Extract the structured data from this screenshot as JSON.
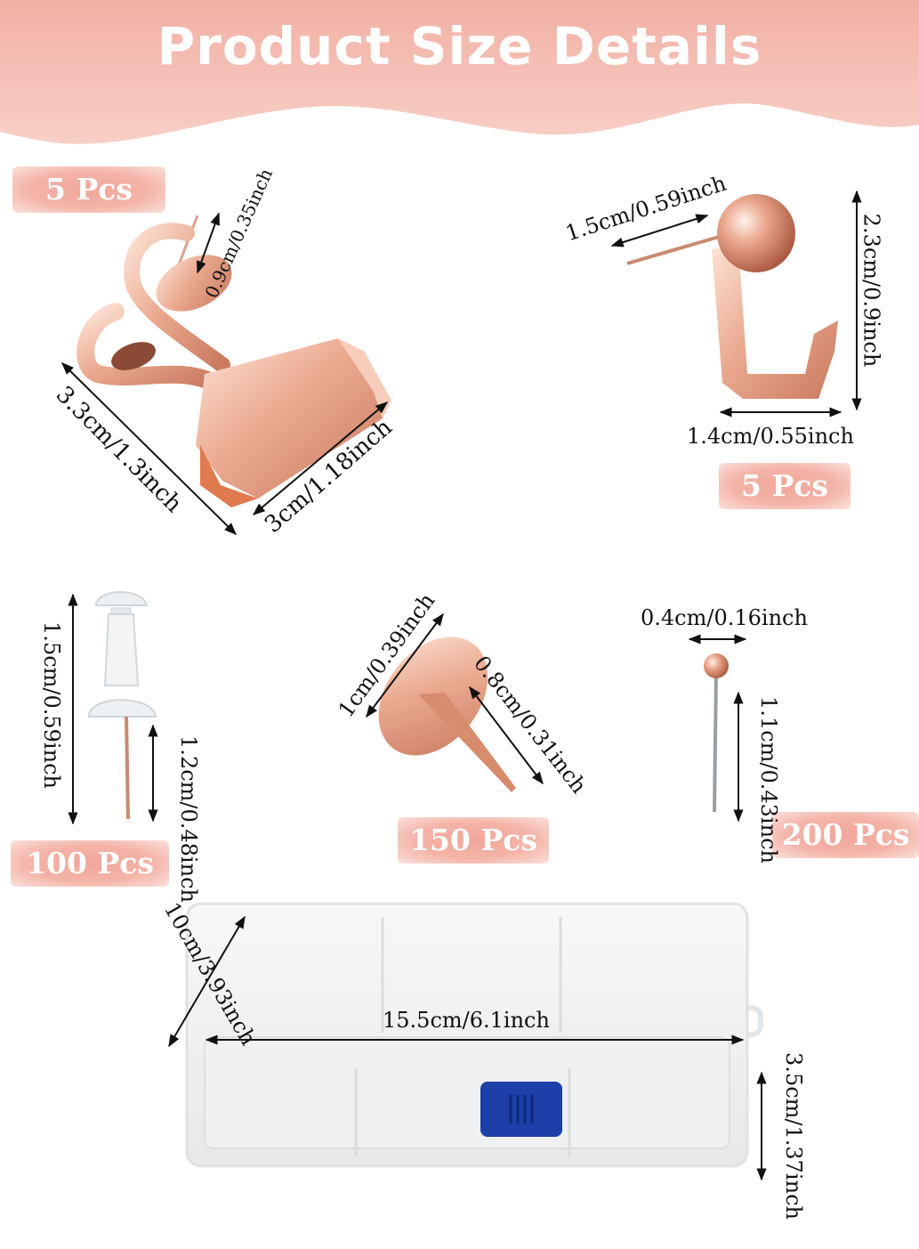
{
  "banner": {
    "title": "Product Size Details",
    "color": "#f3b9ad"
  },
  "items": {
    "binder_clip": {
      "quantity": "5 Pcs",
      "dims": [
        "0.9cm/0.35inch",
        "3.3cm/1.3inch",
        "3cm/1.18inch"
      ]
    },
    "hook_pin": {
      "quantity": "5 Pcs",
      "dims": [
        "1.5cm/0.59inch",
        "2.3cm/0.9inch",
        "1.4cm/0.55inch"
      ]
    },
    "clear_push_pin": {
      "quantity": "100 Pcs",
      "dims": [
        "1.5cm/0.59inch",
        "1.2cm/0.48inch"
      ]
    },
    "flat_thumbtack": {
      "quantity": "150 Pcs",
      "dims": [
        "1cm/0.39inch",
        "0.8cm/0.31inch"
      ]
    },
    "map_pin": {
      "quantity": "200 Pcs",
      "dims": [
        "0.4cm/0.16inch",
        "1.1cm/0.43inch"
      ]
    },
    "storage_box": {
      "dims": [
        "10cm/3.93inch",
        "15.5cm/6.1inch",
        "3.5cm/1.37inch"
      ]
    }
  },
  "colors": {
    "rose_gold": "#e9a78c",
    "latch": "#1c3fa8",
    "text": "#111111"
  }
}
